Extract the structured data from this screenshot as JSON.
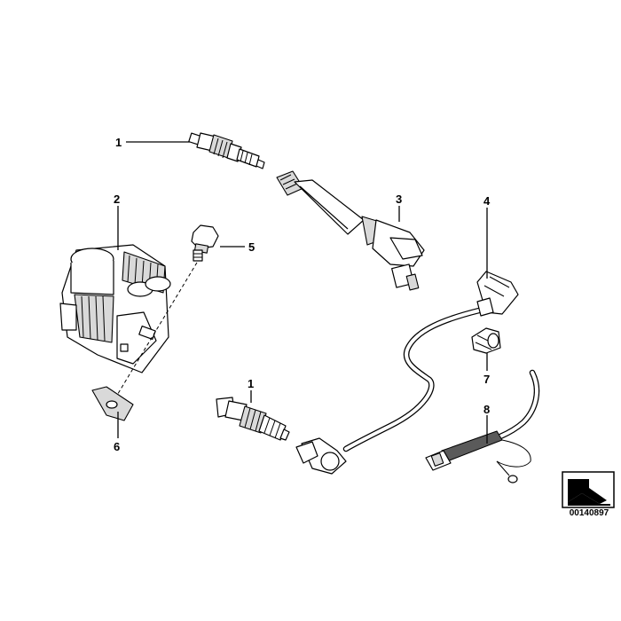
{
  "callouts": [
    {
      "id": "1a",
      "label": "1"
    },
    {
      "id": "2",
      "label": "2"
    },
    {
      "id": "3",
      "label": "3"
    },
    {
      "id": "4",
      "label": "4"
    },
    {
      "id": "5",
      "label": "5"
    },
    {
      "id": "6",
      "label": "6"
    },
    {
      "id": "7",
      "label": "7"
    },
    {
      "id": "1b",
      "label": "1"
    },
    {
      "id": "8",
      "label": "8"
    }
  ],
  "catalog_number": "00140897",
  "icons": {
    "logo": "arrow-stamp-icon"
  }
}
